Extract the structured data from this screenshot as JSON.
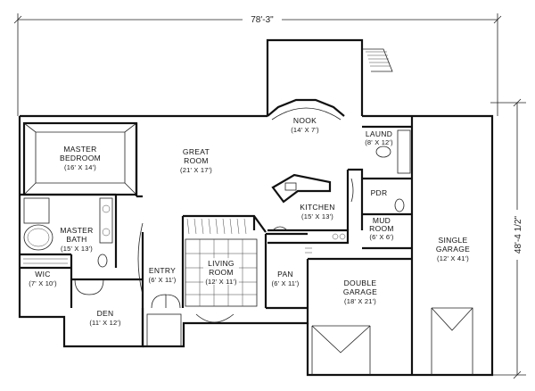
{
  "dimensions": {
    "overall_width": "78'-3\"",
    "overall_depth": "48'-4 1/2\""
  },
  "rooms": [
    {
      "id": "master-bedroom",
      "name_lines": [
        "MASTER",
        "BEDROOM"
      ],
      "size": "(16' X 14')"
    },
    {
      "id": "great-room",
      "name_lines": [
        "GREAT",
        "ROOM"
      ],
      "size": "(21' X 17')"
    },
    {
      "id": "nook",
      "name_lines": [
        "NOOK"
      ],
      "size": "(14' X 7')"
    },
    {
      "id": "laundry",
      "name_lines": [
        "LAUND"
      ],
      "size": "(8' X 12')"
    },
    {
      "id": "powder",
      "name_lines": [
        "PDR"
      ],
      "size": ""
    },
    {
      "id": "mud-room",
      "name_lines": [
        "MUD",
        "ROOM"
      ],
      "size": "(6' X 6')"
    },
    {
      "id": "kitchen",
      "name_lines": [
        "KITCHEN"
      ],
      "size": "(15' X 13')"
    },
    {
      "id": "master-bath",
      "name_lines": [
        "MASTER",
        "BATH"
      ],
      "size": "(15' X 13')"
    },
    {
      "id": "wic",
      "name_lines": [
        "WIC"
      ],
      "size": "(7' X 10')"
    },
    {
      "id": "entry",
      "name_lines": [
        "ENTRY"
      ],
      "size": "(6' X 11')"
    },
    {
      "id": "living-room",
      "name_lines": [
        "LIVING",
        "ROOM"
      ],
      "size": "(12' X 11')"
    },
    {
      "id": "pantry",
      "name_lines": [
        "PAN"
      ],
      "size": "(6' X 11')"
    },
    {
      "id": "double-garage",
      "name_lines": [
        "DOUBLE",
        "GARAGE"
      ],
      "size": "(18' X 21')"
    },
    {
      "id": "single-garage",
      "name_lines": [
        "SINGLE",
        "GARAGE"
      ],
      "size": "(12' X 41')"
    },
    {
      "id": "den",
      "name_lines": [
        "DEN"
      ],
      "size": "(11' X 12')"
    }
  ]
}
